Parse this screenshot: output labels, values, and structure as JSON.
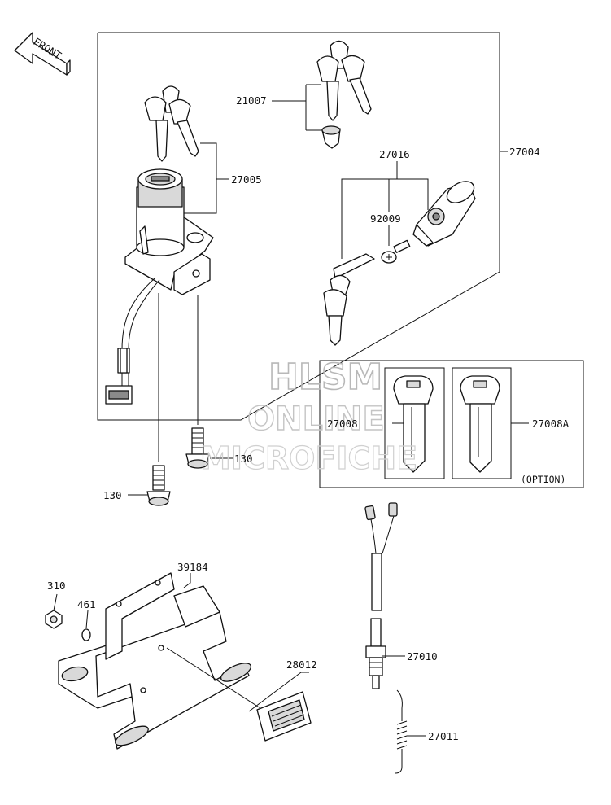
{
  "front_label": "FRONT",
  "watermark": {
    "line1": "HLSM",
    "line2": "ONLINE",
    "line3": "MICROFICHE"
  },
  "option_label": "(OPTION)",
  "part_numbers": {
    "p21007": "21007",
    "p27004": "27004",
    "p27005": "27005",
    "p27016": "27016",
    "p92009": "92009",
    "p27008": "27008",
    "p27008A": "27008A",
    "p130a": "130",
    "p130b": "130",
    "p39184": "39184",
    "p310": "310",
    "p461": "461",
    "p28012": "28012",
    "p27010": "27010",
    "p27011": "27011"
  }
}
